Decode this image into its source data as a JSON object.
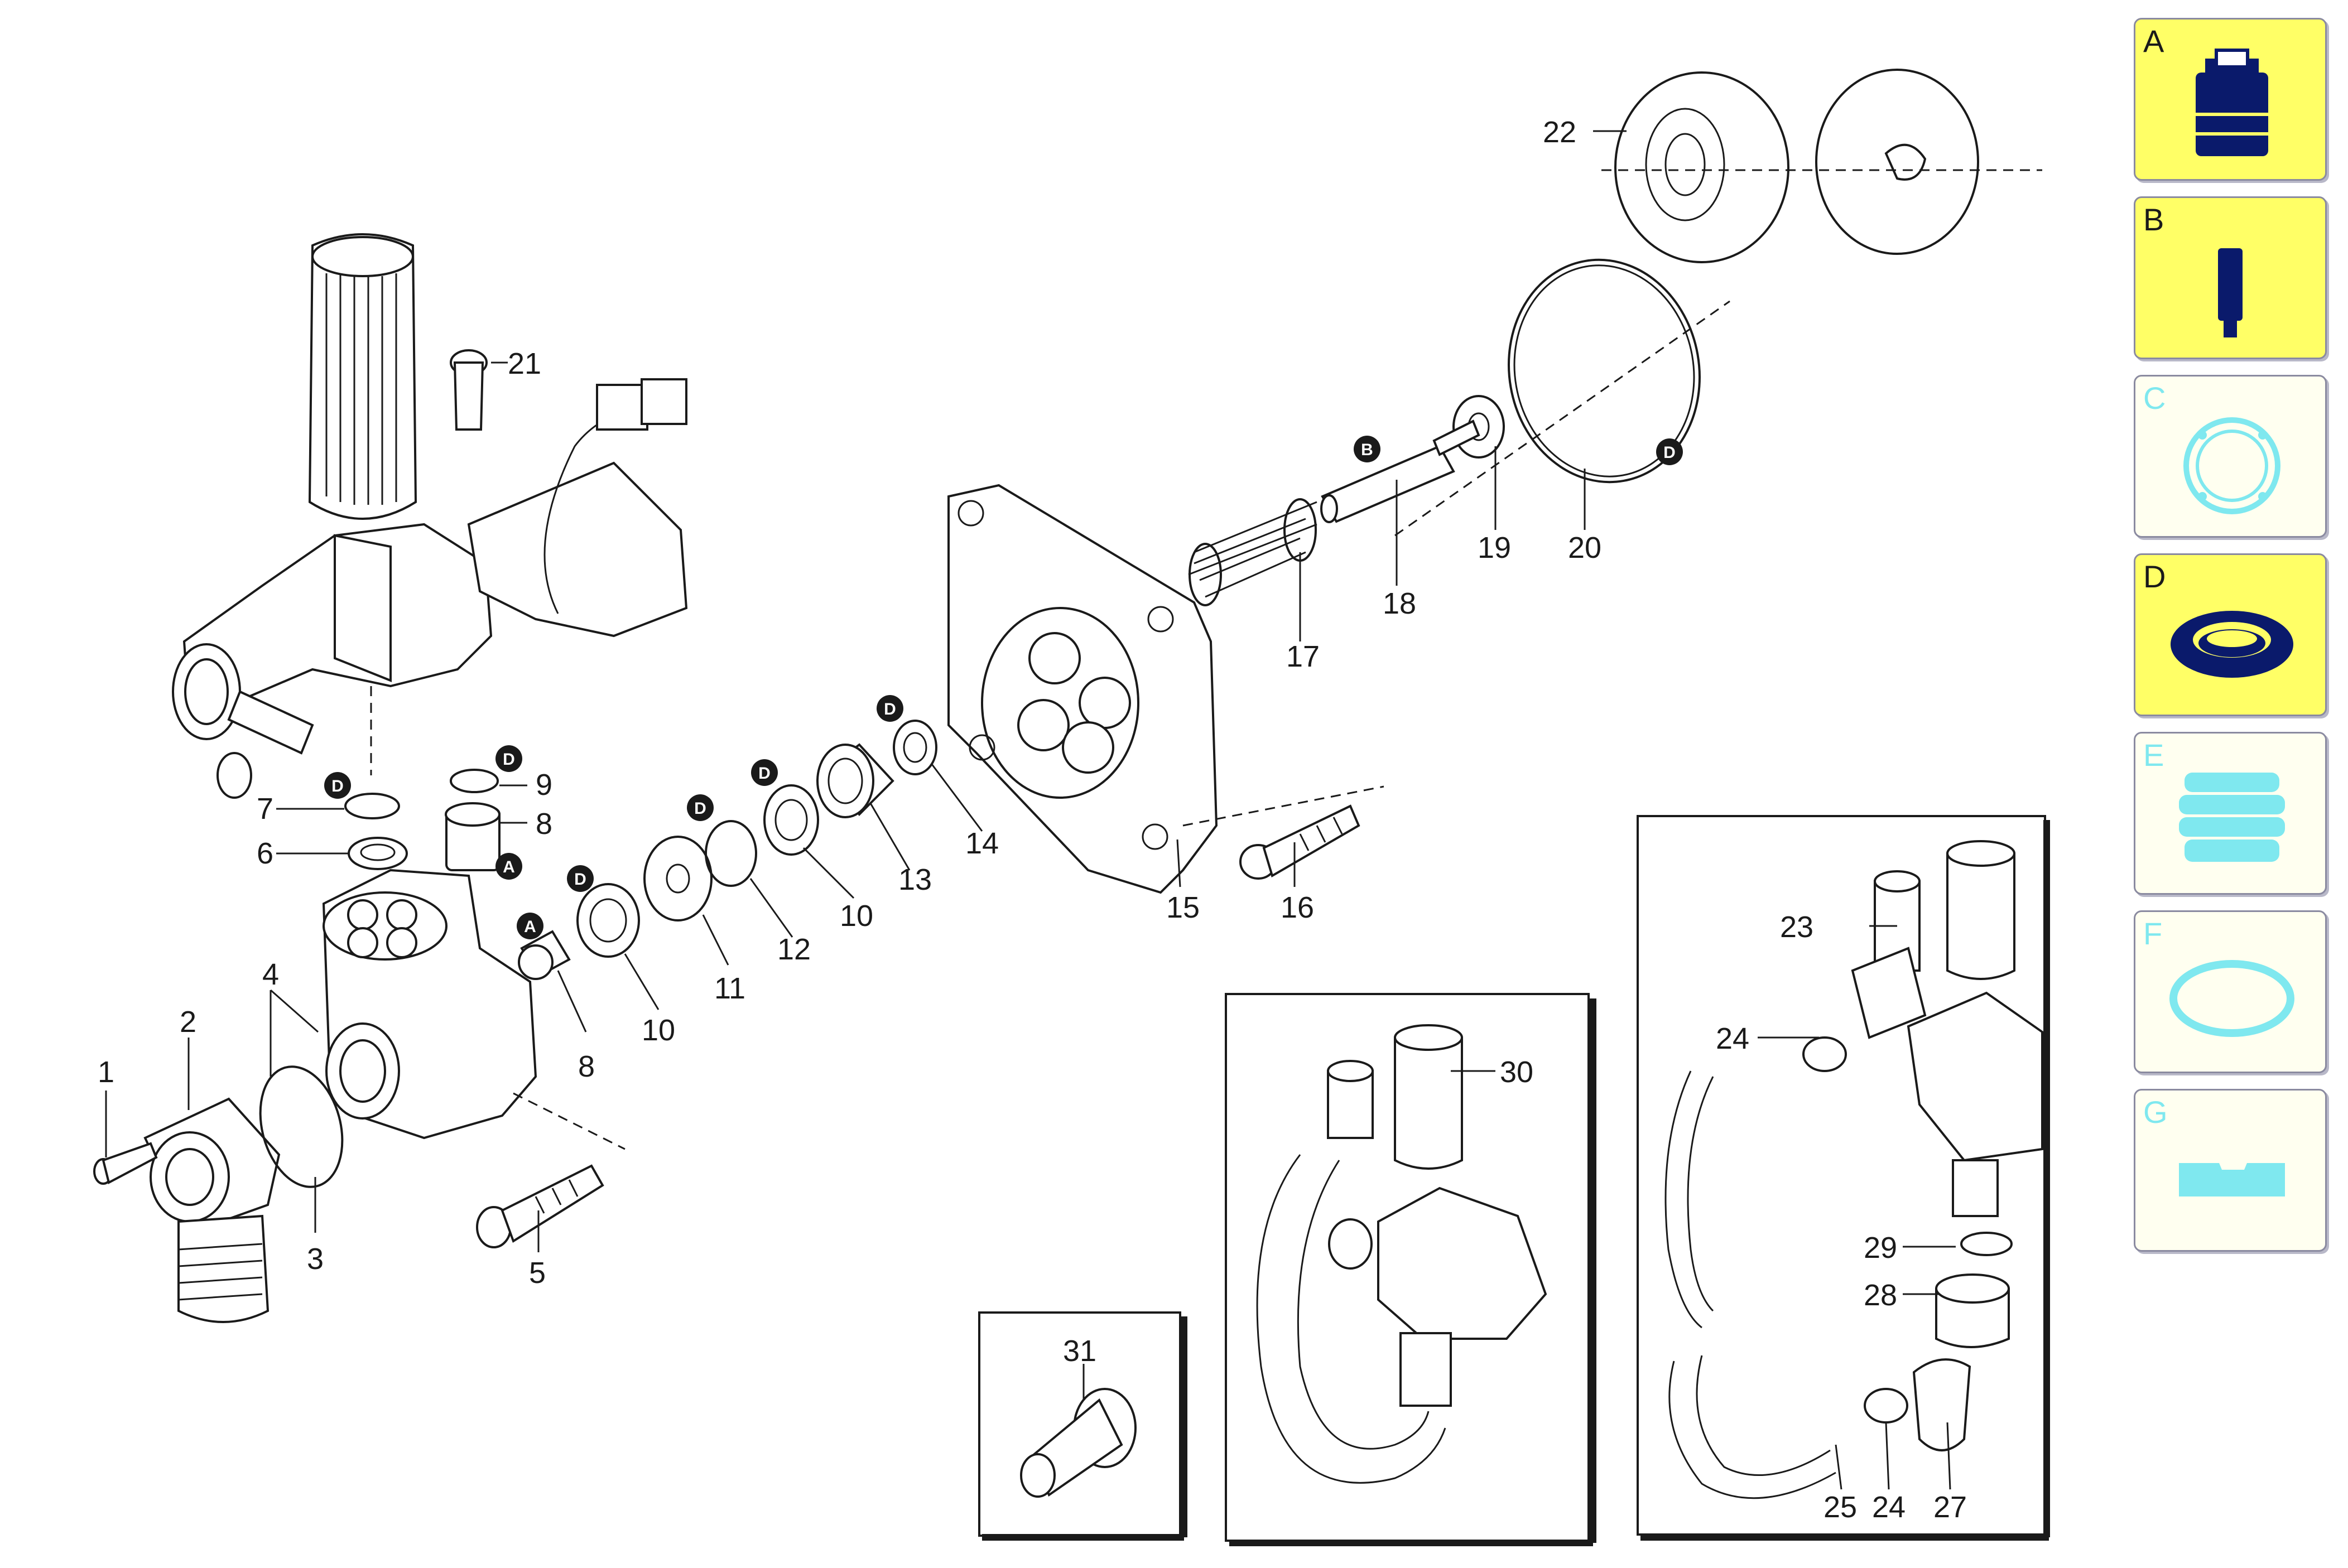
{
  "labels": {
    "p1": "1",
    "p2": "2",
    "p3": "3",
    "p4": "4",
    "p5": "5",
    "p6": "6",
    "p7": "7",
    "p8a": "8",
    "p8b": "8",
    "p9": "9",
    "p10a": "10",
    "p10b": "10",
    "p11": "11",
    "p12": "12",
    "p13": "13",
    "p14": "14",
    "p15": "15",
    "p16": "16",
    "p17": "17",
    "p18": "18",
    "p19": "19",
    "p20": "20",
    "p21": "21",
    "p22": "22",
    "p23": "23",
    "p24a": "24",
    "p24b": "24",
    "p25": "25",
    "p27": "27",
    "p28": "28",
    "p29": "29",
    "p30": "30",
    "p31": "31"
  },
  "badges": {
    "a": "A",
    "b": "B",
    "d": "D"
  },
  "legend": [
    {
      "letter": "A",
      "active": true,
      "icon": "nozzle-plug-icon",
      "color": "#0a1a6b"
    },
    {
      "letter": "B",
      "active": true,
      "icon": "piston-pin-icon",
      "color": "#0a1a6b"
    },
    {
      "letter": "C",
      "active": false,
      "icon": "gasket-ring-icon",
      "color": "#7fe8ef"
    },
    {
      "letter": "D",
      "active": true,
      "icon": "seal-ring-icon",
      "color": "#0a1a6b"
    },
    {
      "letter": "E",
      "active": false,
      "icon": "bellows-icon",
      "color": "#7fe8ef"
    },
    {
      "letter": "F",
      "active": false,
      "icon": "o-ring-icon",
      "color": "#7fe8ef"
    },
    {
      "letter": "G",
      "active": false,
      "icon": "block-icon",
      "color": "#7fe8ef"
    }
  ]
}
